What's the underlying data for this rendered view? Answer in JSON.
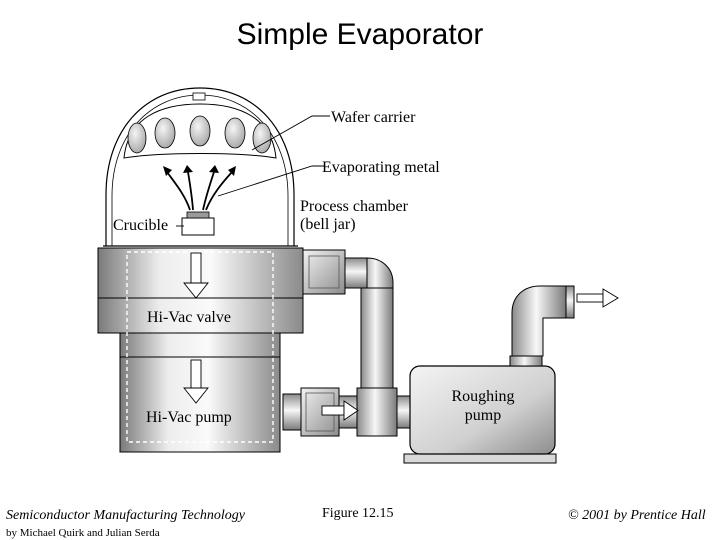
{
  "title": "Simple Evaporator",
  "labels": {
    "wafer_carrier": "Wafer carrier",
    "evaporating_metal": "Evaporating metal",
    "process_chamber_line1": "Process chamber",
    "process_chamber_line2": "(bell jar)",
    "crucible": "Crucible",
    "hivac_valve": "Hi-Vac valve",
    "hivac_pump": "Hi-Vac pump",
    "roughing_line1": "Roughing",
    "roughing_line2": "pump"
  },
  "footer": {
    "book": "Semiconductor Manufacturing Technology",
    "authors": "by Michael Quirk and Julian Serda",
    "figure": "Figure 12.15",
    "copyright": "© 2001 by Prentice Hall"
  }
}
